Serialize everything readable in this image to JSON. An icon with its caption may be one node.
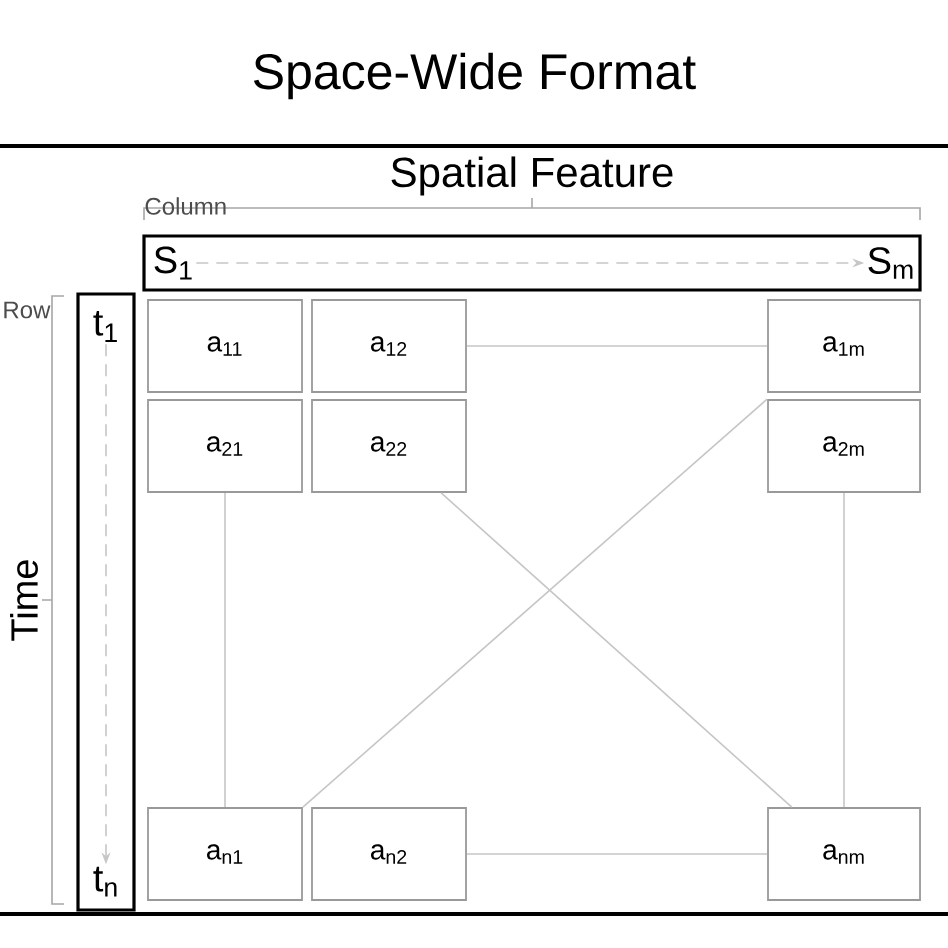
{
  "diagram": {
    "title": "Space-Wide Format",
    "nodes": [
      {
        "text": [
          "Column"
        ]
      },
      {
        "text": [
          "S$_{1}$"
        ],
        "in": 0
      },
      {
        "text": [
          "S$_{m}$"
        ],
        "in": 0
      },
      {
        "text": [
          "Row"
        ]
      },
      {
        "text": [
          "t$_{1}$"
        ],
        "in": 3
      },
      {
        "text": [
          "t$_{n}$"
        ],
        "in": 3
      },
      {
        "text": [
          "a$_{11}$"
        ]
      },
      {
        "text": [
          "a$_{12}$"
        ]
      },
      {
        "text": [
          "a$_{1m}$"
        ]
      },
      {
        "text": [
          "a$_{21}$"
        ]
      },
      {
        "text": [
          "a$_{22}$"
        ]
      },
      {
        "text": [
          "a$_{2m}$"
        ]
      },
      {
        "text": [
          "a$_{n1}$"
        ]
      },
      {
        "text": [
          "a$_{n2}$"
        ]
      },
      {
        "text": [
          "a$_{nm}$"
        ]
      }
    ],
    "edges": [
      {
        "from": 1,
        "to": 2,
        "arrow": "to",
        "style": "dashed"
      },
      {
        "from": 4,
        "to": 5,
        "arrow": "to",
        "style": "dashed"
      },
      {
        "from": 7,
        "to": 8,
        "arrow": "none"
      },
      {
        "from": 9,
        "to": 12,
        "arrow": "none"
      },
      {
        "from": 10,
        "to": 14,
        "arrow": "none"
      },
      {
        "from": 12,
        "to": 11,
        "arrow": "none"
      },
      {
        "from": 11,
        "to": 14,
        "arrow": "none"
      },
      {
        "from": 13,
        "to": 14,
        "arrow": "none"
      }
    ],
    "labels": [
      "Spatial Feature",
      "Time"
    ]
  }
}
